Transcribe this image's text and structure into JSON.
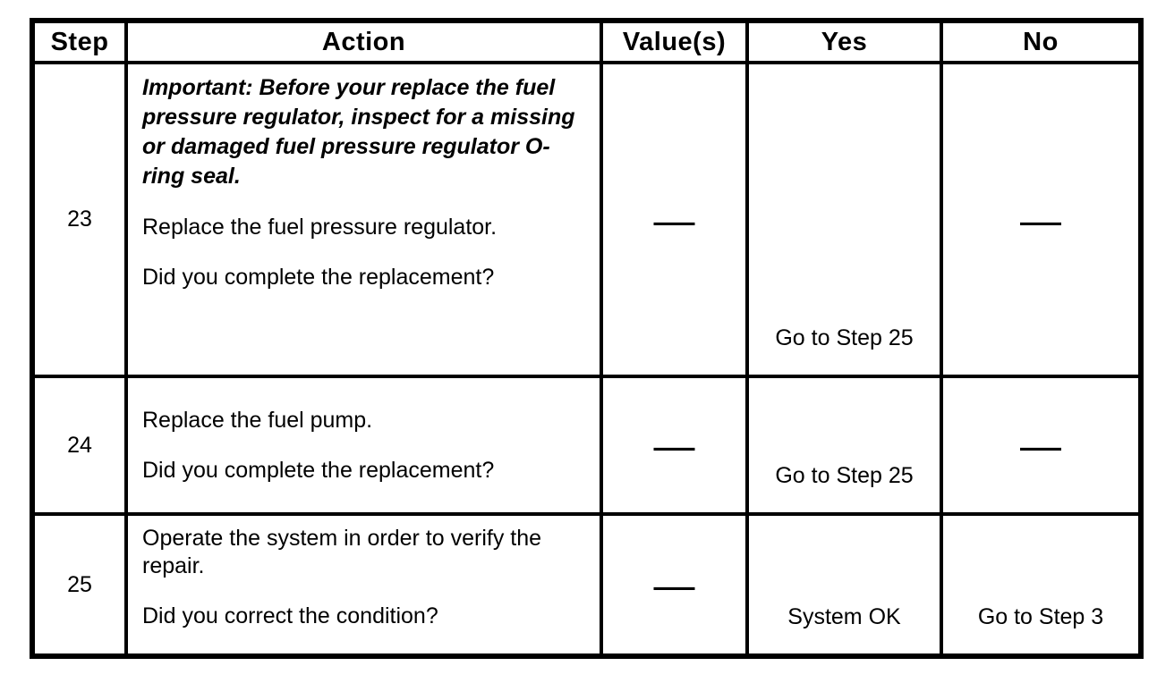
{
  "table": {
    "headers": {
      "step": "Step",
      "action": "Action",
      "values": "Value(s)",
      "yes": "Yes",
      "no": "No"
    },
    "rows": [
      {
        "step": "23",
        "important": "Important: Before your replace the fuel pressure regulator, inspect for a missing or damaged fuel pressure regulator O-ring seal.",
        "action": [
          "Replace the fuel pressure regulator.",
          "Did you complete the replacement?"
        ],
        "value": "—",
        "yes": "Go to Step 25",
        "no": "—"
      },
      {
        "step": "24",
        "action": [
          "Replace the fuel pump.",
          "Did you complete the replacement?"
        ],
        "value": "—",
        "yes": "Go to Step 25",
        "no": "—"
      },
      {
        "step": "25",
        "action": [
          "Operate the system in order to verify the repair.",
          "Did you correct the condition?"
        ],
        "value": "—",
        "yes": "System OK",
        "no": "Go to Step 3"
      }
    ]
  }
}
